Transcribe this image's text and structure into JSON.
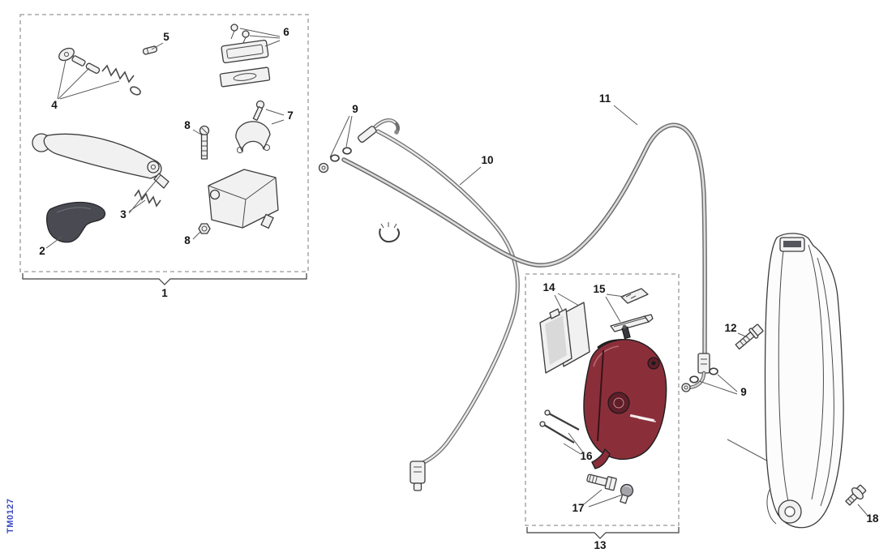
{
  "code": "TM0127",
  "callouts": {
    "c1": "1",
    "c2": "2",
    "c3": "3",
    "c4": "4",
    "c5": "5",
    "c6": "6",
    "c7": "7",
    "c8_top": "8",
    "c8_bottom": "8",
    "c9_left": "9",
    "c9_right": "9",
    "c10": "10",
    "c11": "11",
    "c12": "12",
    "c13": "13",
    "c14": "14",
    "c15": "15",
    "c16": "16",
    "c17": "17",
    "c18": "18"
  },
  "colors": {
    "line": "#3c3c3e",
    "label": "#151515",
    "code_blue": "#3a49c0",
    "caliper_red": "#8a2f3a",
    "caliper_dark": "#5f1f29",
    "guard_dark": "#4a4a53",
    "metal_light": "#f1f1f1",
    "metal_mid": "#d9d9d9",
    "dash_gray": "#979797"
  }
}
